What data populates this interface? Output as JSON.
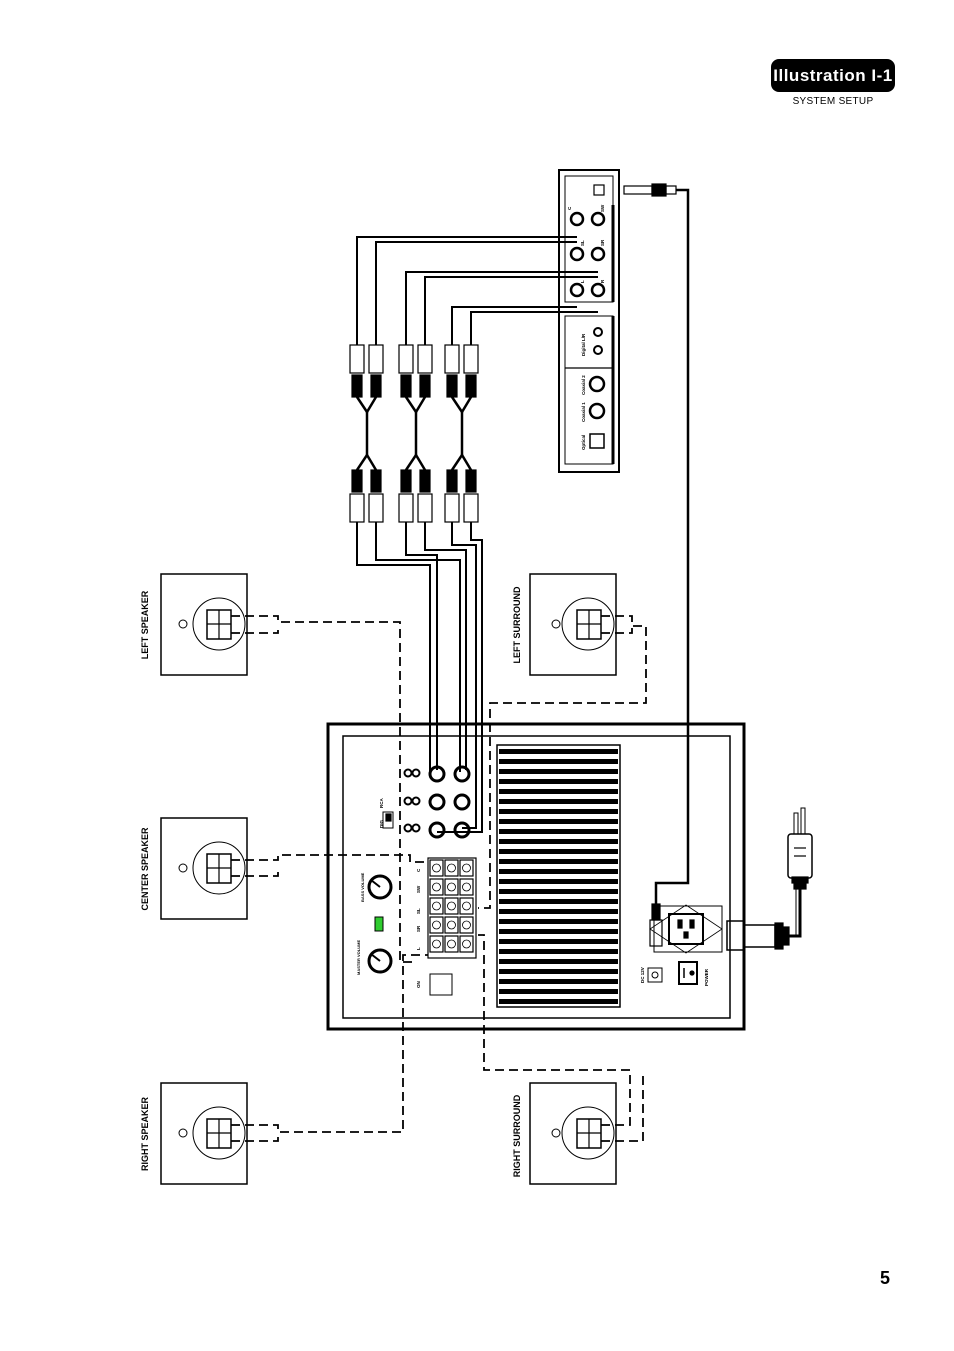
{
  "header": {
    "title": "Illustration I-1",
    "subtitle": "SYSTEM SETUP"
  },
  "page_number": "5",
  "speakers": {
    "left": "LEFT SPEAKER",
    "center": "CENTER SPEAKER",
    "right": "RIGHT SPEAKER",
    "left_surround": "LEFT SURROUND",
    "right_surround": "RIGHT SURROUND"
  },
  "decoder": {
    "labels": [
      "C",
      "SW",
      "SL",
      "SR",
      "L",
      "R",
      "Digital L/R",
      "Coaxial 2",
      "Coaxial 1",
      "Optical"
    ]
  },
  "subwoofer": {
    "master_volume": "MASTER VOLUME",
    "bass_volume": "BASS VOLUME",
    "dc_label": "DC 12V",
    "power_label": "POWER",
    "on_label": "ON",
    "input_labels": [
      "RCA",
      "DIG"
    ],
    "terminal_labels": [
      "C",
      "SW",
      "SL",
      "SR",
      "L"
    ]
  }
}
